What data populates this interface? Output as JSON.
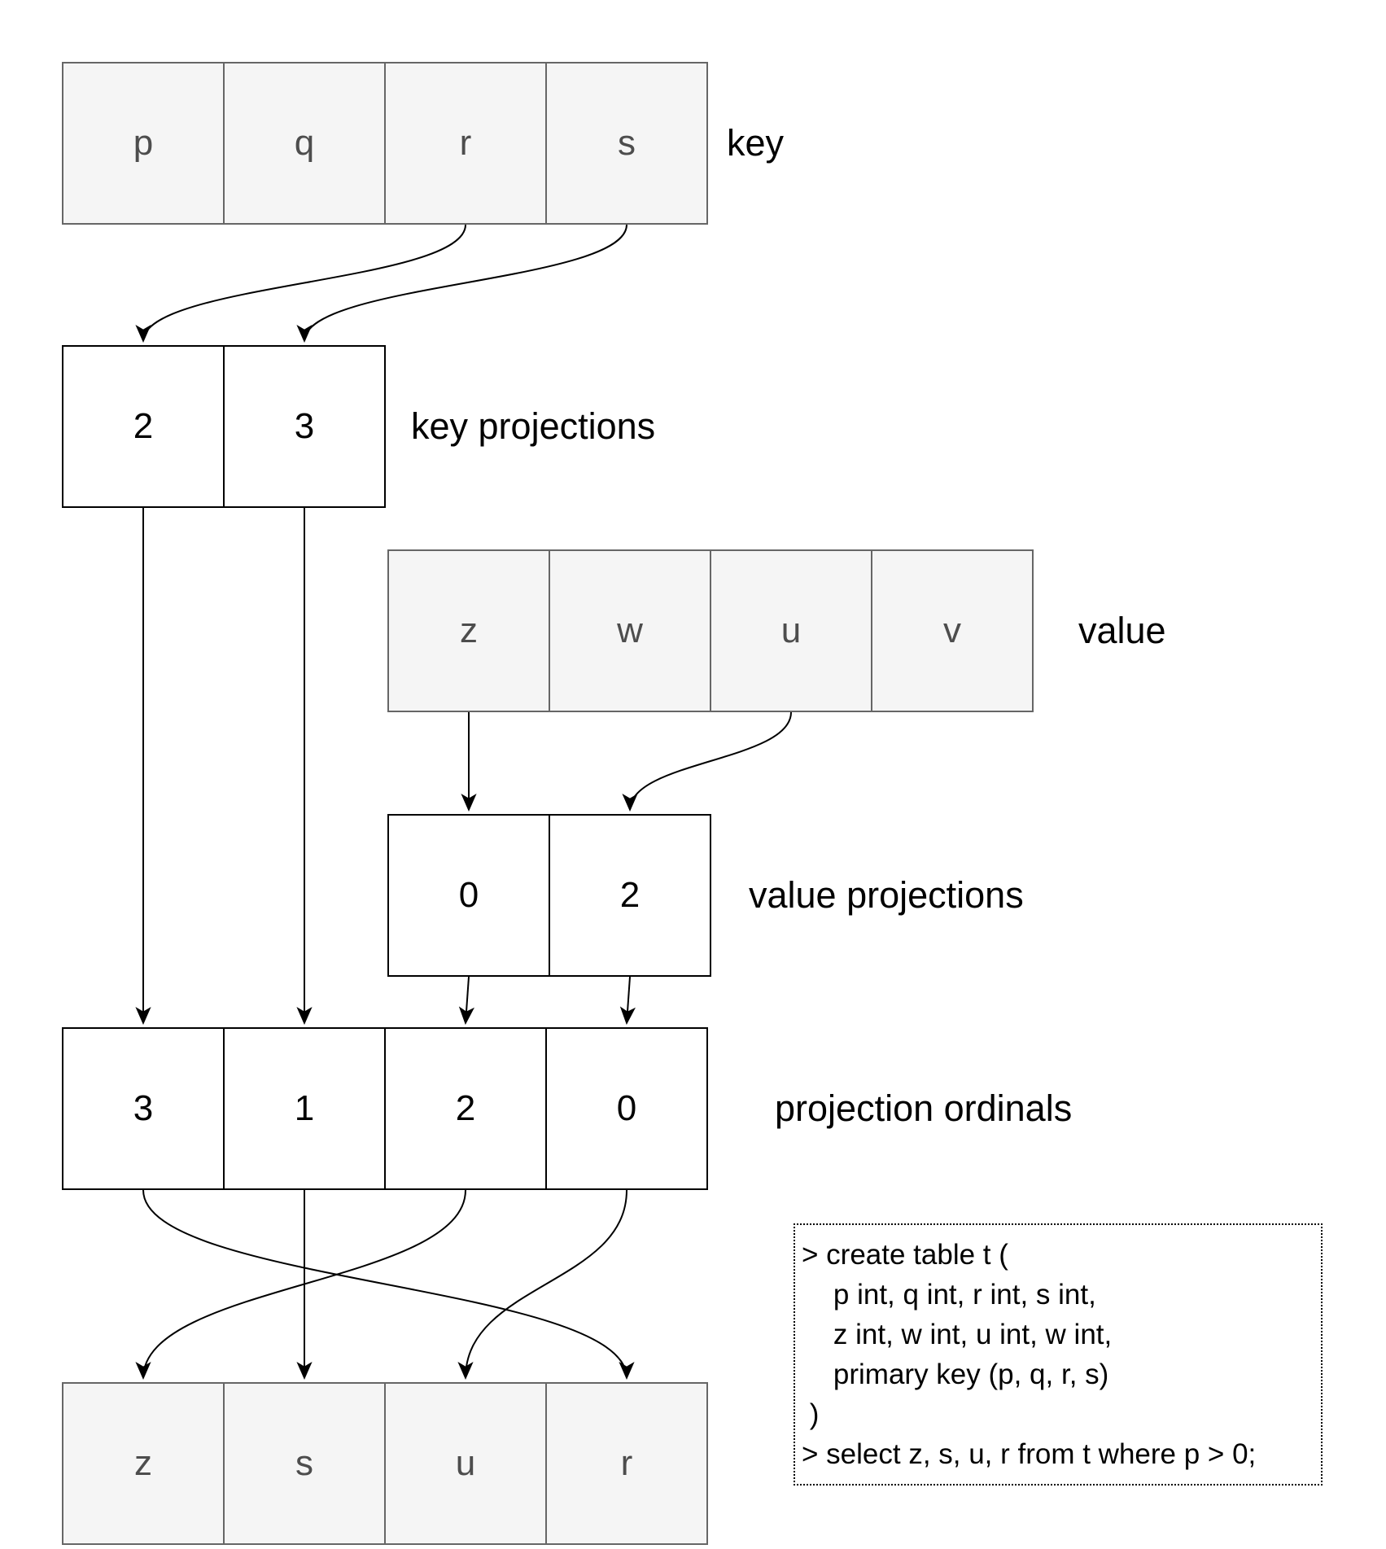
{
  "diagram": {
    "rows": [
      {
        "id": "key",
        "label": "key",
        "variant": "gray",
        "cells": [
          "p",
          "q",
          "r",
          "s"
        ]
      },
      {
        "id": "key_projections",
        "label": "key projections",
        "variant": "white",
        "cells": [
          "2",
          "3"
        ]
      },
      {
        "id": "value",
        "label": "value",
        "variant": "gray",
        "cells": [
          "z",
          "w",
          "u",
          "v"
        ]
      },
      {
        "id": "value_projections",
        "label": "value projections",
        "variant": "white",
        "cells": [
          "0",
          "2"
        ]
      },
      {
        "id": "projection_ordinals",
        "label": "projection ordinals",
        "variant": "white",
        "cells": [
          "3",
          "1",
          "2",
          "0"
        ]
      },
      {
        "id": "result",
        "label": "",
        "variant": "gray",
        "cells": [
          "z",
          "s",
          "u",
          "r"
        ]
      }
    ],
    "edges": [
      {
        "from": "key.2",
        "to": "key_projections.0",
        "shape": "curve"
      },
      {
        "from": "key.3",
        "to": "key_projections.1",
        "shape": "curve"
      },
      {
        "from": "value.0",
        "to": "value_projections.0",
        "shape": "straight"
      },
      {
        "from": "value.2",
        "to": "value_projections.1",
        "shape": "curve"
      },
      {
        "from": "key_projections.0",
        "to": "projection_ordinals.0",
        "shape": "straight"
      },
      {
        "from": "key_projections.1",
        "to": "projection_ordinals.1",
        "shape": "straight"
      },
      {
        "from": "value_projections.0",
        "to": "projection_ordinals.2",
        "shape": "straight"
      },
      {
        "from": "value_projections.1",
        "to": "projection_ordinals.3",
        "shape": "straight"
      },
      {
        "from": "projection_ordinals.0",
        "to": "result.3",
        "shape": "curve"
      },
      {
        "from": "projection_ordinals.1",
        "to": "result.1",
        "shape": "straight"
      },
      {
        "from": "projection_ordinals.2",
        "to": "result.0",
        "shape": "curve"
      },
      {
        "from": "projection_ordinals.3",
        "to": "result.2",
        "shape": "curve"
      }
    ],
    "colors": {
      "source_row_fill": "#f5f5f5",
      "source_row_border": "#666666",
      "source_row_text": "#4d4d4d",
      "derived_row_fill": "#ffffff",
      "derived_row_border": "#000000",
      "arrow": "#000000",
      "label_text": "#000000"
    }
  },
  "code_box": {
    "lines": [
      "> create table t (",
      "    p int, q int, r int, s int,",
      "    z int, w int, u int, w int,",
      "    primary key (p, q, r, s)",
      " )",
      "> select z, s, u, r from t where p > 0;"
    ]
  }
}
